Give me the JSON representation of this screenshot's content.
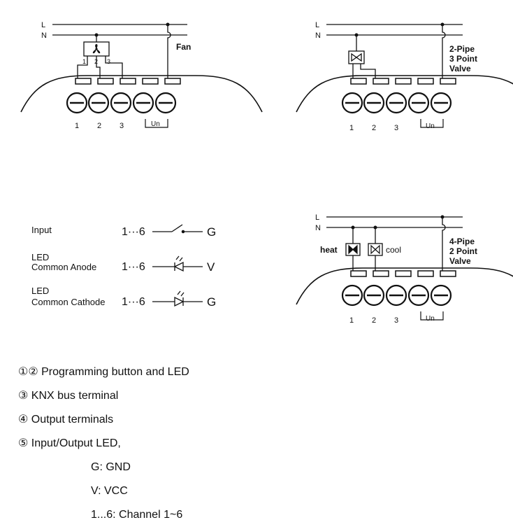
{
  "fan_diagram": {
    "line_L": "L",
    "line_N": "N",
    "device_label": "Fan",
    "fan_terminals": [
      "1",
      "2",
      "3"
    ],
    "terminal_numbers": [
      "1",
      "2",
      "3"
    ],
    "bus_label": "Un"
  },
  "valve3_diagram": {
    "line_L": "L",
    "line_N": "N",
    "device_label_lines": [
      "2-Pipe",
      "3 Point",
      "Valve"
    ],
    "terminal_numbers": [
      "1",
      "2",
      "3"
    ],
    "bus_label": "Un"
  },
  "valve2_diagram": {
    "line_L": "L",
    "line_N": "N",
    "heat_label": "heat",
    "cool_label": "cool",
    "device_label_lines": [
      "4-Pipe",
      "2 Point",
      "Valve"
    ],
    "terminal_numbers": [
      "1",
      "2",
      "3"
    ],
    "bus_label": "Un"
  },
  "io_schematic": {
    "input": {
      "label": "Input",
      "channel": "1···6",
      "terminal": "G"
    },
    "led_anode": {
      "label_lines": [
        "LED",
        "Common Anode"
      ],
      "channel": "1···6",
      "terminal": "V"
    },
    "led_cathode": {
      "label_lines": [
        "LED",
        "Common Cathode"
      ],
      "channel": "1···6",
      "terminal": "G"
    }
  },
  "legend": {
    "item1": "①② Programming button and LED",
    "item2": "③ KNX bus terminal",
    "item3": "④ Output terminals",
    "item4": "⑤ Input/Output LED,",
    "sub1": "G: GND",
    "sub2": "V: VCC",
    "sub3": "1...6: Channel 1~6"
  }
}
